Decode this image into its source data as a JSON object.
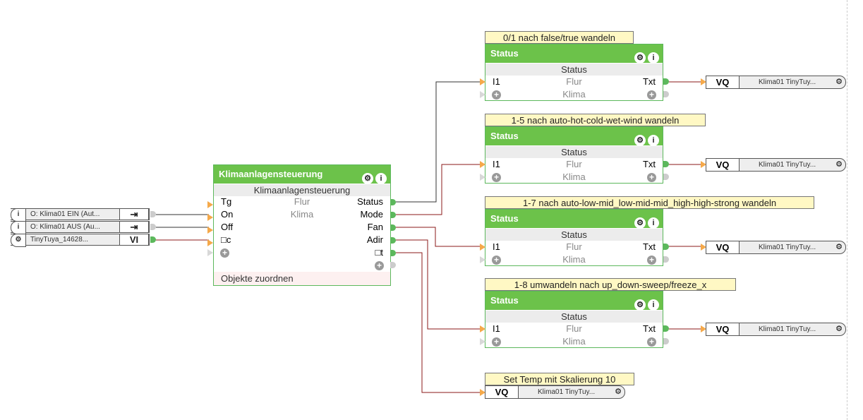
{
  "inputs": [
    {
      "icon": "i",
      "text": "O: Klima01 EIN (Aut...",
      "type": "⇥",
      "connected_color": "gray"
    },
    {
      "icon": "i",
      "text": "O: Klima01 AUS (Au...",
      "type": "⇥",
      "connected_color": "gray"
    },
    {
      "icon": "⚙",
      "text": "TinyTuya_14628...",
      "type": "VI",
      "connected_color": "green"
    }
  ],
  "main_block": {
    "title": "Klimaanlagensteuerung",
    "subtitle": "Klimaanlagensteuerung",
    "room": "Flur",
    "category": "Klima",
    "inputs": [
      "Tg",
      "On",
      "Off",
      "□c"
    ],
    "outputs": [
      "Status",
      "Mode",
      "Fan",
      "Adir",
      "□t"
    ],
    "footer": "Objekte zuordnen"
  },
  "status_blocks": [
    {
      "comment": "0/1 nach false/true wandeln",
      "title": "Status",
      "subtitle": "Status",
      "input": "I1",
      "room": "Flur",
      "category": "Klima",
      "output": "Txt",
      "vq_label": "VQ",
      "vq_text": "Klima01 TinyTuy..."
    },
    {
      "comment": "1-5 nach auto-hot-cold-wet-wind wandeln",
      "title": "Status",
      "subtitle": "Status",
      "input": "I1",
      "room": "Flur",
      "category": "Klima",
      "output": "Txt",
      "vq_label": "VQ",
      "vq_text": "Klima01 TinyTuy..."
    },
    {
      "comment": "1-7  nach  auto-low-mid_low-mid-mid_high-high-strong  wandeln",
      "title": "Status",
      "subtitle": "Status",
      "input": "I1",
      "room": "Flur",
      "category": "Klima",
      "output": "Txt",
      "vq_label": "VQ",
      "vq_text": "Klima01 TinyTuy..."
    },
    {
      "comment": "1-8 umwandeln nach up_down-sweep/freeze_x",
      "title": "Status",
      "subtitle": "Status",
      "input": "I1",
      "room": "Flur",
      "category": "Klima",
      "output": "Txt",
      "vq_label": "VQ",
      "vq_text": "Klima01 TinyTuy..."
    }
  ],
  "set_temp": {
    "comment": "Set Temp mit Skalierung 10",
    "vq_label": "VQ",
    "vq_text": "Klima01 TinyTuy..."
  },
  "colors": {
    "block_header": "#6cc24a",
    "wire_active": "#8b1a1a",
    "wire_inactive": "#333333",
    "comment_bg": "#fff8c4"
  }
}
